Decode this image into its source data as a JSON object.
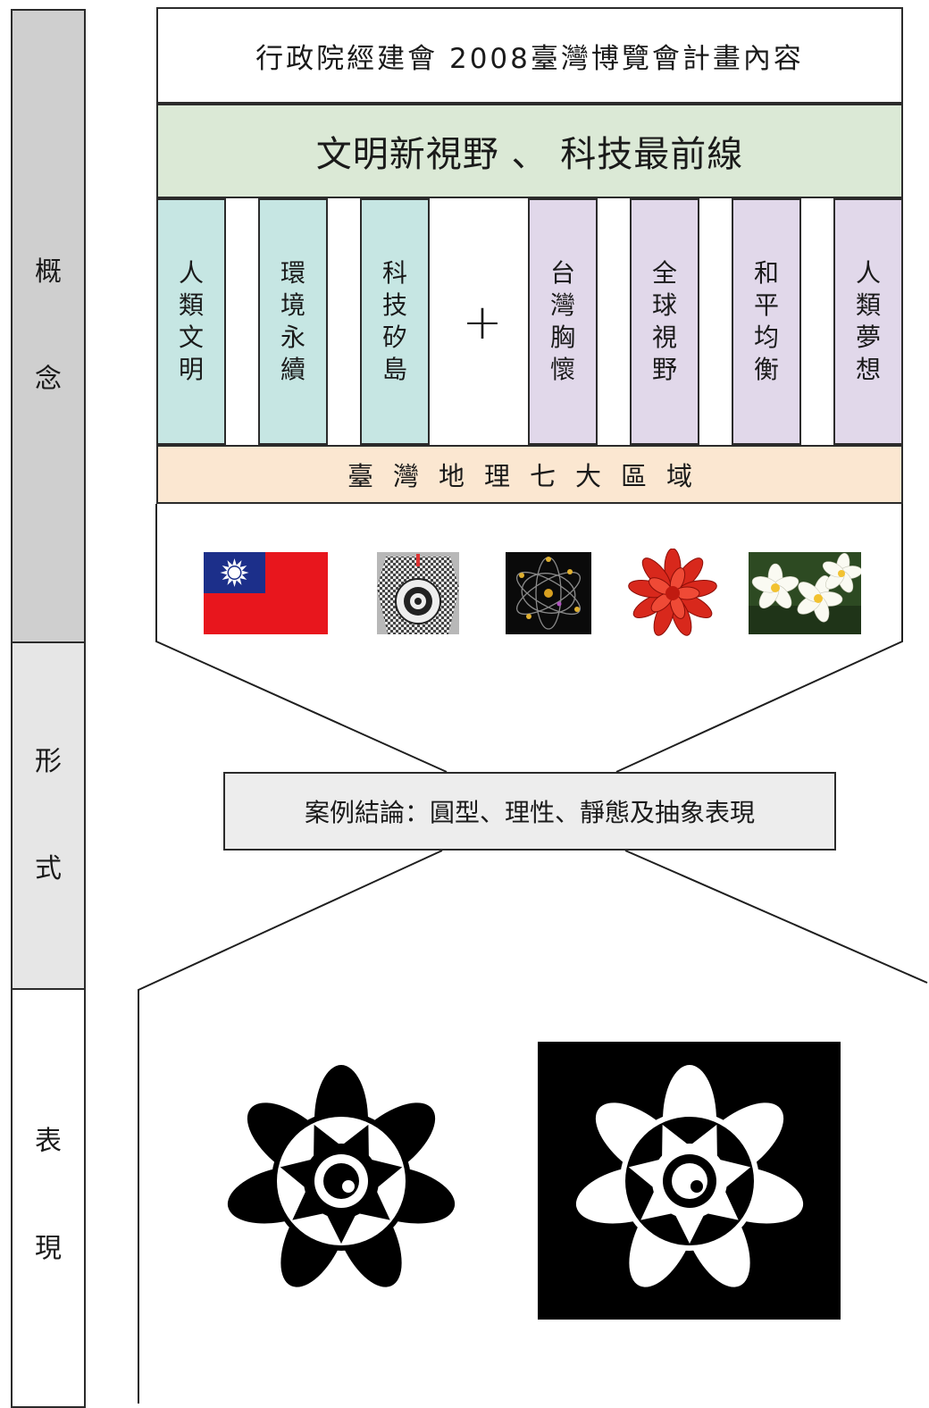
{
  "stages": {
    "concept": [
      "概",
      "念"
    ],
    "form": [
      "形",
      "式"
    ],
    "expression": [
      "表",
      "現"
    ]
  },
  "title": "行政院經建會 2008臺灣博覽會計畫內容",
  "theme": "文明新視野 、 科技最前線",
  "concepts_left": [
    {
      "chars": [
        "人",
        "類",
        "文",
        "明"
      ]
    },
    {
      "chars": [
        "環",
        "境",
        "永",
        "續"
      ]
    },
    {
      "chars": [
        "科",
        "技",
        "矽",
        "島"
      ]
    }
  ],
  "plus": "+",
  "concepts_right": [
    {
      "chars": [
        "台",
        "灣",
        "胸",
        "懷"
      ]
    },
    {
      "chars": [
        "全",
        "球",
        "視",
        "野"
      ]
    },
    {
      "chars": [
        "和",
        "平",
        "均",
        "衡"
      ]
    },
    {
      "chars": [
        "人",
        "類",
        "夢",
        "想"
      ]
    }
  ],
  "region": "臺灣地理七大區域",
  "images": [
    {
      "icon": "roc-flag-image"
    },
    {
      "icon": "aboriginal-pattern-image"
    },
    {
      "icon": "atom-image"
    },
    {
      "icon": "gift-bow-image"
    },
    {
      "icon": "plumeria-flower-image"
    }
  ],
  "conclusion": "案例結論：圓型、理性、靜態及抽象表現",
  "colors": {
    "stage_concept": "#cfcfcf",
    "stage_form": "#e6e6e6",
    "stage_expression": "#ffffff",
    "theme": "#dbe9d6",
    "teal": "#c6e6e3",
    "purple": "#e1d8ea",
    "region": "#fbe7d1",
    "conclusion": "#ededed"
  },
  "logos": [
    {
      "icon": "flower-emblem-black-on-white"
    },
    {
      "icon": "flower-emblem-white-on-black"
    }
  ]
}
